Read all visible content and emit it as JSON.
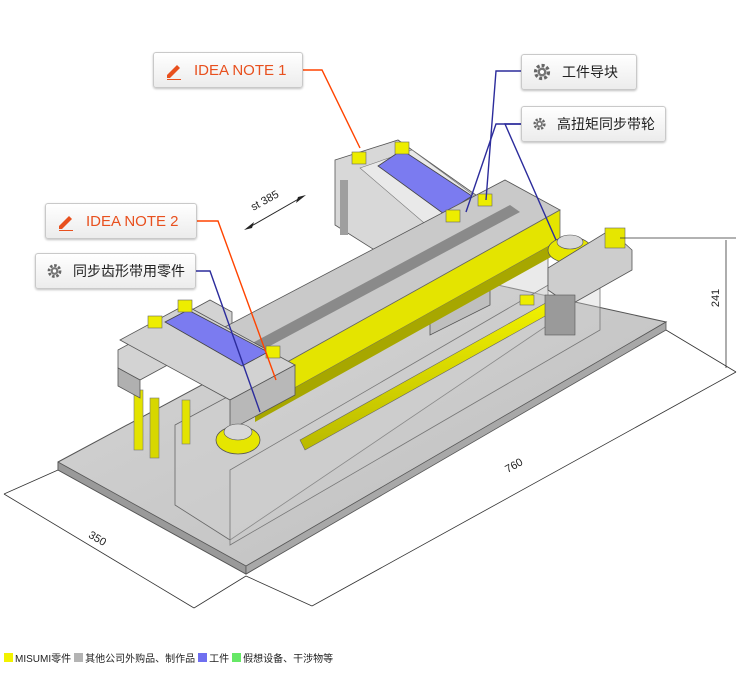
{
  "callouts": {
    "idea_note_1": "IDEA NOTE 1",
    "idea_note_2": "IDEA NOTE 2",
    "workpiece_guide": "工件导块",
    "high_torque_pulley": "高扭矩同步带轮",
    "timing_belt_parts": "同步齿形带用零件"
  },
  "dimensions": {
    "stroke": "st 385",
    "length": "760",
    "width": "350",
    "height": "241"
  },
  "legend": [
    {
      "label": "MISUMI零件",
      "color": "#f2f200"
    },
    {
      "label": "其他公司外购品、制作品",
      "color": "#b4b4b4"
    },
    {
      "label": "工件",
      "color": "#6f6ff0"
    },
    {
      "label": "假想设备、干涉物等",
      "color": "#66e866"
    }
  ],
  "icons": {
    "note": "pencil-icon",
    "part": "gear-icon"
  },
  "colors": {
    "note_text": "#e8501e",
    "note_leader": "#ff4400",
    "part_leader": "#2c2c9c",
    "misumi": "#e6e600",
    "workpiece": "#7b7bf0",
    "frame": "#c9c9c9"
  }
}
